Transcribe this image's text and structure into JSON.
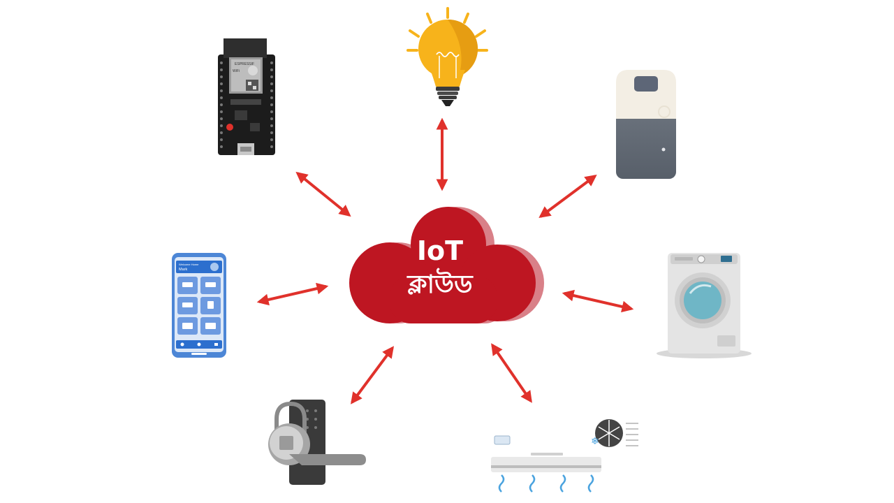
{
  "cloud": {
    "title": "IoT",
    "subtitle": "ক্লাউড"
  },
  "devices": [
    {
      "name": "ESP32 development board",
      "icon": "esp32-board-icon"
    },
    {
      "name": "Light bulb",
      "icon": "light-bulb-icon"
    },
    {
      "name": "Smart speaker",
      "icon": "smart-speaker-icon"
    },
    {
      "name": "Smartphone app",
      "icon": "smartphone-icon"
    },
    {
      "name": "Washing machine",
      "icon": "washing-machine-icon"
    },
    {
      "name": "Smart door lock",
      "icon": "door-lock-icon"
    },
    {
      "name": "Air conditioner",
      "icon": "air-conditioner-icon"
    }
  ],
  "esp32_board": {
    "module_label": "ESPRESSIF",
    "wifi_label": "WiFi"
  },
  "phone_app": {
    "greeting": "Welcome Home",
    "user_name": "Mark"
  },
  "colors": {
    "cloud": "#be1622",
    "cloud_shadow": "#d98088",
    "arrow": "#e0312b",
    "bulb": "#f7b31b",
    "phone": "#4c86d6"
  }
}
